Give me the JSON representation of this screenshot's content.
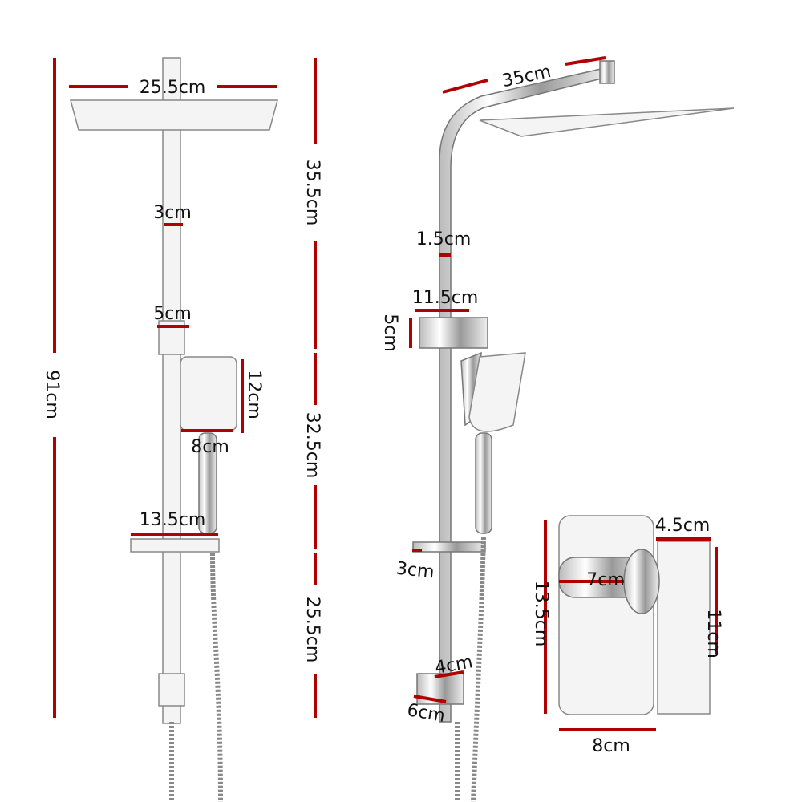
{
  "accent_color": "#b00000",
  "front_view": {
    "head_width": "25.5cm",
    "rail_width": "3cm",
    "bracket_width": "5cm",
    "handset_height": "12cm",
    "handset_width": "8cm",
    "holder_width": "13.5cm",
    "total_height": "91cm",
    "upper_height": "35.5cm",
    "middle_height": "32.5cm",
    "lower_height": "25.5cm"
  },
  "side_view": {
    "head_width": "35cm",
    "rail_depth": "1.5cm",
    "bracket_width": "11.5cm",
    "bracket_height": "5cm",
    "holder_depth": "3cm",
    "outlet_width": "4cm",
    "outlet_height": "6cm"
  },
  "mixer": {
    "plate_height": "13.5cm",
    "plate_width": "8cm",
    "lever_depth": "4.5cm",
    "lever_height": "11cm",
    "body_width": "7cm"
  }
}
